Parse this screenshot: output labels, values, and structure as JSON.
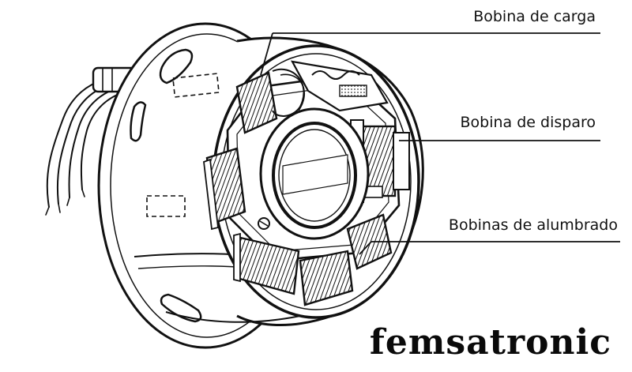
{
  "labels": {
    "charge_coil": "Bobina de carga",
    "trigger_coil": "Bobina de disparo",
    "lighting_coils": "Bobinas de alumbrado"
  },
  "brand": "femsatronic",
  "colors": {
    "ink": "#111111",
    "paper": "#ffffff"
  }
}
